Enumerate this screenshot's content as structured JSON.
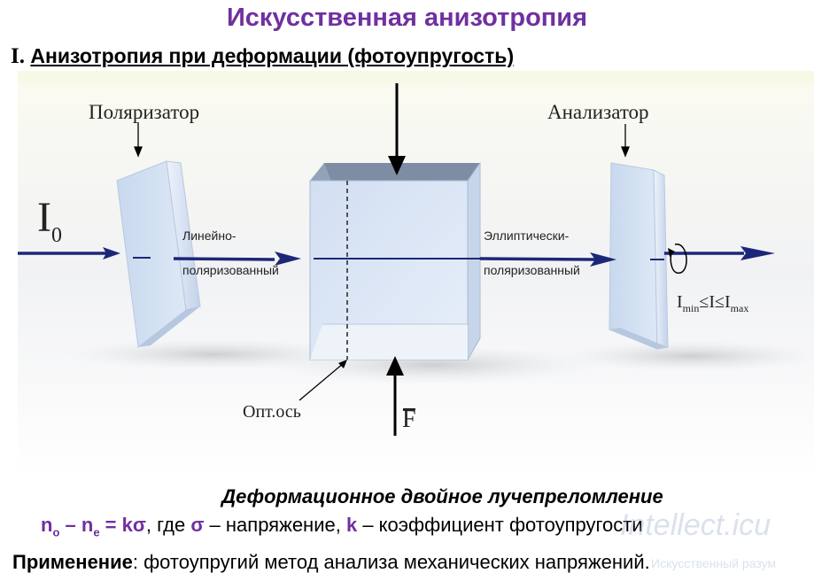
{
  "page": {
    "title": "Искусственная анизотропия",
    "subtitle_num": "I.",
    "subtitle_text": "Анизотропия при деформации (фотоупругость)"
  },
  "diagram": {
    "polarizer_label": "Поляризатор",
    "analyzer_label": "Анализатор",
    "incident_I": "I",
    "incident_sub": "0",
    "linear_line1": "Линейно-",
    "linear_line2": "поляризованный",
    "elliptic_line1": "Эллиптически-",
    "elliptic_line2": "поляризованный",
    "opt_axis_label": "Опт.ось",
    "force_label": "F",
    "intensity": {
      "I": "I",
      "min": "min",
      "leq": "≤",
      "max": "max"
    }
  },
  "text": {
    "effect": "Деформационное двойное лучепреломление",
    "formula": {
      "n": "n",
      "o": "o",
      "dash": " – ",
      "e": "e",
      "eq": " = kσ",
      "where": ", где ",
      "sigma": "σ",
      "sigma_desc": " – напряжение, ",
      "k": "k",
      "k_desc": " – коэффициент фотоупругости"
    },
    "application_label": "Применение",
    "application_text": ": фотоупругий метод анализа механических напряжений."
  },
  "watermark": {
    "main": "Intellect.icu",
    "sub": "Искусственный разум"
  }
}
